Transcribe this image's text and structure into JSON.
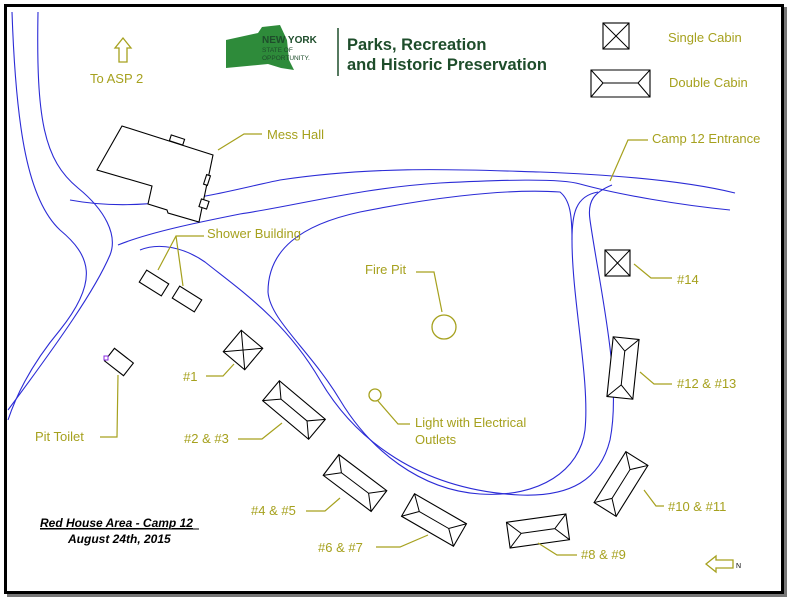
{
  "logo": {
    "state_line1": "NEW YORK",
    "state_line2": "STATE OF",
    "state_line3": "OPPORTUNITY.",
    "agency_line1": "Parks, Recreation",
    "agency_line2": "and Historic Preservation"
  },
  "legend": {
    "single_cabin": "Single Cabin",
    "double_cabin": "Double Cabin"
  },
  "labels": {
    "to_asp2": "To ASP 2",
    "mess_hall": "Mess Hall",
    "camp_entrance": "Camp 12 Entrance",
    "shower_building": "Shower Building",
    "fire_pit": "Fire Pit",
    "light_line1": "Light with Electrical",
    "light_line2": "Outlets",
    "pit_toilet": "Pit Toilet"
  },
  "cabins": {
    "c1": "#1",
    "c2_3": "#2 & #3",
    "c4_5": "#4 & #5",
    "c6_7": "#6 & #7",
    "c8_9": "#8 & #9",
    "c10_11": "#10 & #11",
    "c12_13": "#12 & #13",
    "c14": "#14"
  },
  "title": {
    "line1": "Red House Area - Camp 12",
    "line2": "August 24th, 2015"
  },
  "north": "N",
  "colors": {
    "road": "#2b2bd6",
    "label": "#a6a11e",
    "logo_green": "#1e4d2b"
  }
}
